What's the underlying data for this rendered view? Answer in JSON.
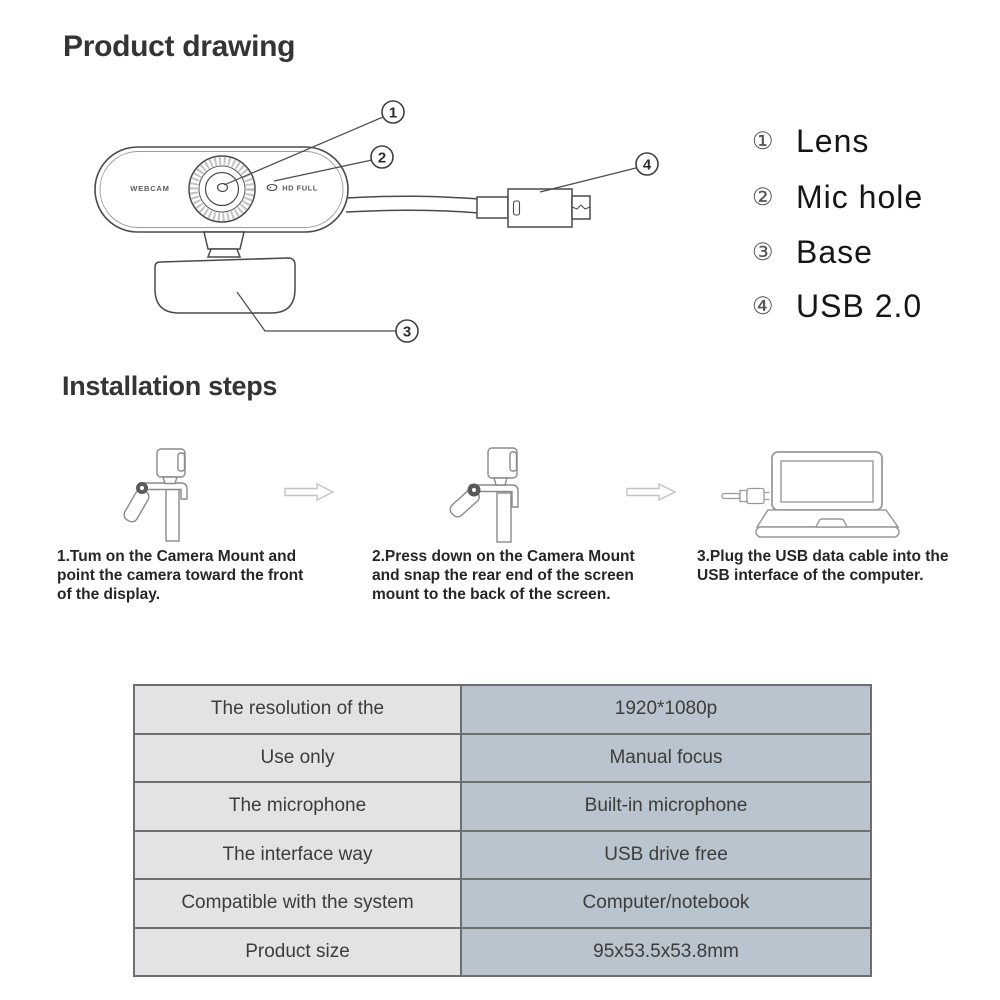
{
  "product_drawing": {
    "title": "Product drawing",
    "device_text": {
      "brand": "WEBCAM",
      "badge": "HD FULL"
    },
    "callouts": [
      "1",
      "2",
      "3",
      "4"
    ],
    "legend": [
      {
        "num": "①",
        "label": "Lens"
      },
      {
        "num": "②",
        "label": "Mic hole"
      },
      {
        "num": "③",
        "label": "Base"
      },
      {
        "num": "④",
        "label": "USB 2.0"
      }
    ]
  },
  "installation": {
    "title": "Installation steps",
    "steps": [
      {
        "lines": [
          "1.Tum on the Camera Mount and",
          "point the camera toward the front",
          "of the display."
        ]
      },
      {
        "lines": [
          "2.Press down on the Camera Mount",
          "and snap the rear end of the screen",
          "mount to the back of the screen."
        ]
      },
      {
        "lines": [
          "3.Plug the USB data cable into the",
          "USB interface of the computer."
        ]
      }
    ]
  },
  "spec_table": {
    "rows": [
      {
        "label": "The resolution of the",
        "value": "1920*1080p"
      },
      {
        "label": "Use only",
        "value": "Manual focus"
      },
      {
        "label": "The microphone",
        "value": "Built-in microphone"
      },
      {
        "label": "The interface way",
        "value": "USB drive free"
      },
      {
        "label": "Compatible with the system",
        "value": "Computer/notebook"
      },
      {
        "label": "Product size",
        "value": "95x53.5x53.8mm"
      }
    ],
    "colors": {
      "label_bg": "#e3e3e5",
      "value_bg": "#b9c4ce",
      "border": "#6e6e6e",
      "text": "#3c3c3c"
    }
  }
}
